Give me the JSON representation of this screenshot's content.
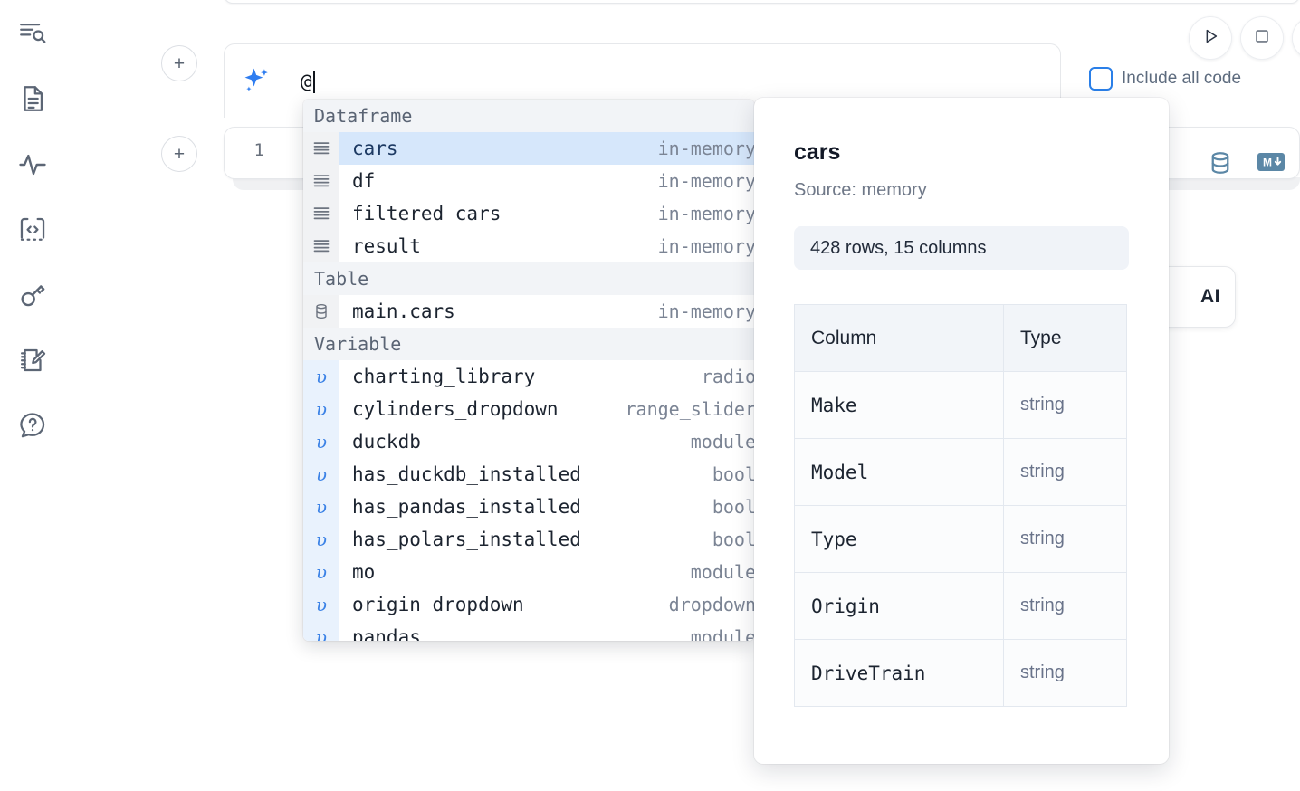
{
  "sidebar": {
    "items": [
      {
        "name": "outline-search-icon",
        "label": "Outline"
      },
      {
        "name": "file-icon",
        "label": "Files"
      },
      {
        "name": "activity-icon",
        "label": "Activity"
      },
      {
        "name": "code-snippet-icon",
        "label": "Snippets"
      },
      {
        "name": "key-icon",
        "label": "Secrets"
      },
      {
        "name": "notebook-edit-icon",
        "label": "Scratchpad"
      },
      {
        "name": "help-chat-icon",
        "label": "Help"
      }
    ]
  },
  "toolbar": {
    "add_cell_label": "+",
    "run_label": "Run",
    "stop_label": "Interrupt",
    "include_all_code_label": "Include all code",
    "include_all_code_checked": false,
    "accent_color": "#2a7fe8"
  },
  "ai_prompt": {
    "value": "@",
    "icon": "sparkle-icon",
    "icon_color": "#2f7df0"
  },
  "code_cell": {
    "line_number": "1",
    "db_icon": "database-icon",
    "md_icon": "markdown-download-icon",
    "icon_color": "#5b87a6"
  },
  "ai_chip": {
    "label": "AI"
  },
  "autocomplete": {
    "sections": [
      {
        "title": "Dataframe",
        "items": [
          {
            "icon": "dataframe-icon",
            "name": "cars",
            "type": "in-memory",
            "selected": true
          },
          {
            "icon": "dataframe-icon",
            "name": "df",
            "type": "in-memory",
            "selected": false
          },
          {
            "icon": "dataframe-icon",
            "name": "filtered_cars",
            "type": "in-memory",
            "selected": false
          },
          {
            "icon": "dataframe-icon",
            "name": "result",
            "type": "in-memory",
            "selected": false
          }
        ]
      },
      {
        "title": "Table",
        "items": [
          {
            "icon": "table-db-icon",
            "name": "main.cars",
            "type": "in-memory",
            "selected": false
          }
        ]
      },
      {
        "title": "Variable",
        "items": [
          {
            "icon": "variable-icon",
            "name": "charting_library",
            "type": "radio",
            "selected": false
          },
          {
            "icon": "variable-icon",
            "name": "cylinders_dropdown",
            "type": "range_slider",
            "selected": false
          },
          {
            "icon": "variable-icon",
            "name": "duckdb",
            "type": "module",
            "selected": false
          },
          {
            "icon": "variable-icon",
            "name": "has_duckdb_installed",
            "type": "bool",
            "selected": false
          },
          {
            "icon": "variable-icon",
            "name": "has_pandas_installed",
            "type": "bool",
            "selected": false
          },
          {
            "icon": "variable-icon",
            "name": "has_polars_installed",
            "type": "bool",
            "selected": false
          },
          {
            "icon": "variable-icon",
            "name": "mo",
            "type": "module",
            "selected": false
          },
          {
            "icon": "variable-icon",
            "name": "origin_dropdown",
            "type": "dropdown",
            "selected": false
          },
          {
            "icon": "variable-icon",
            "name": "pandas",
            "type": "module",
            "selected": false
          }
        ]
      }
    ]
  },
  "documentation": {
    "title": "cars",
    "source": "Source: memory",
    "shape": "428 rows, 15 columns",
    "table": {
      "headers": [
        "Column",
        "Type"
      ],
      "rows": [
        [
          "Make",
          "string"
        ],
        [
          "Model",
          "string"
        ],
        [
          "Type",
          "string"
        ],
        [
          "Origin",
          "string"
        ],
        [
          "DriveTrain",
          "string"
        ]
      ]
    }
  }
}
